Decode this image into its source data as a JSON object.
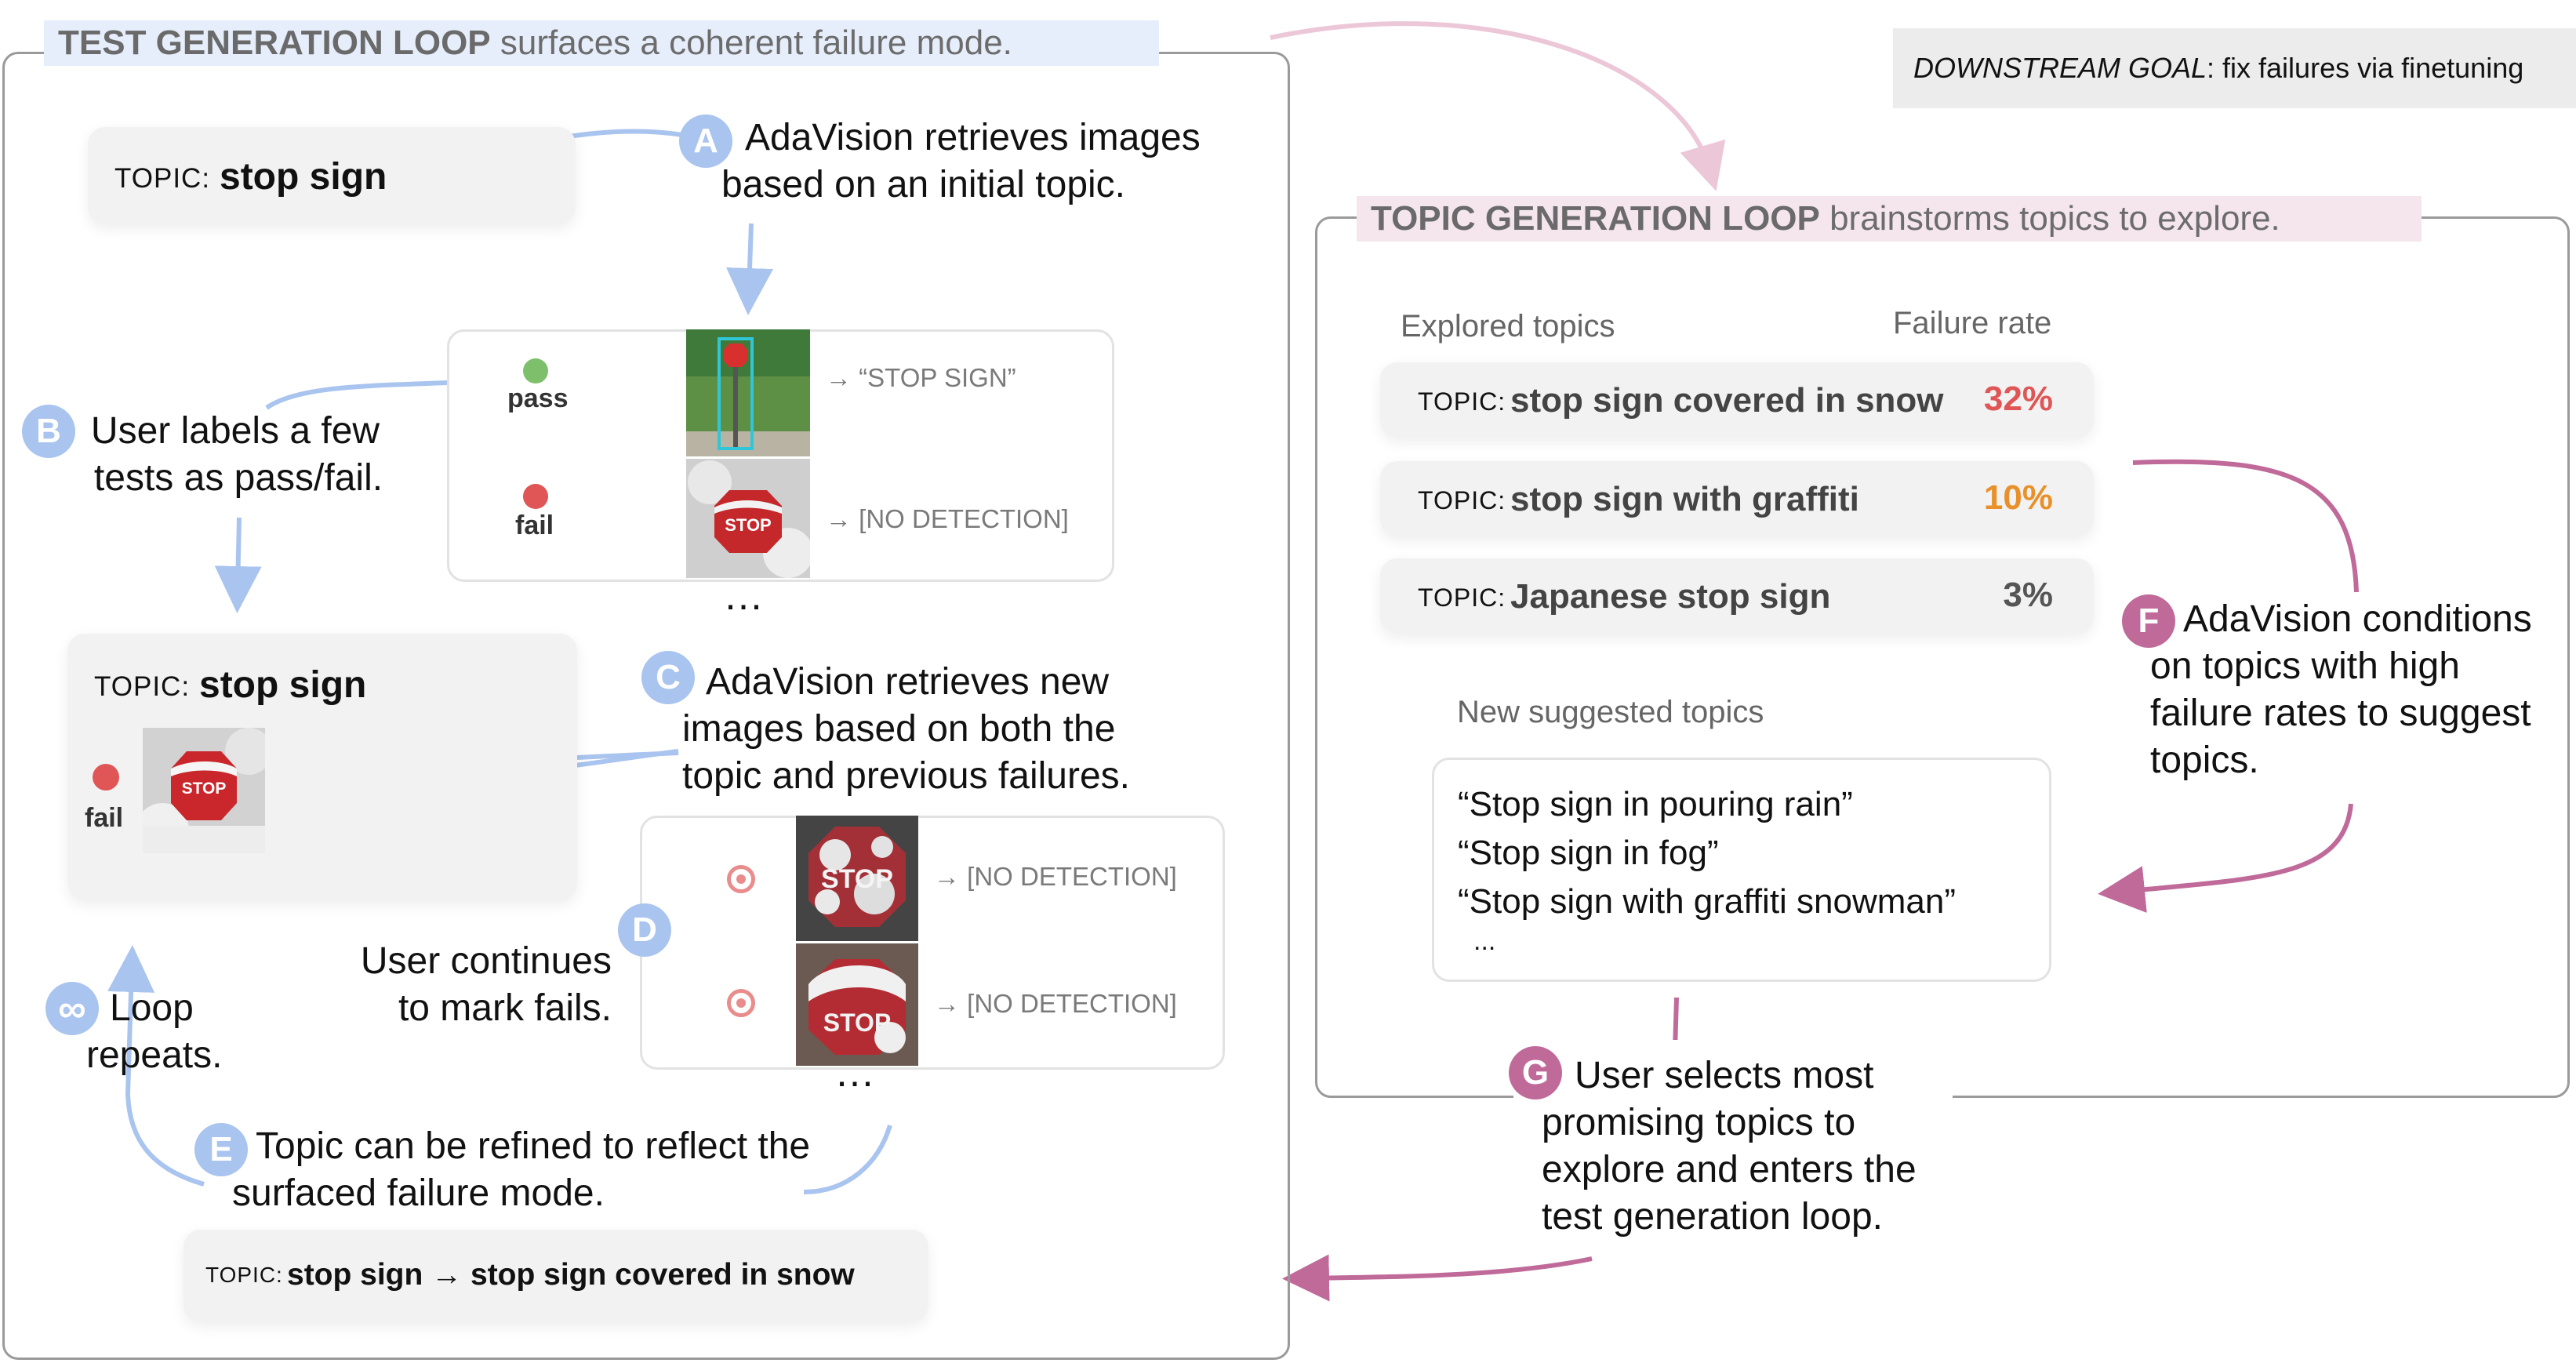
{
  "test_loop": {
    "header_bold": "TEST GENERATION LOOP",
    "header_rest": " surfaces a coherent failure mode.",
    "initial_topic": {
      "prefix": "TOPIC:",
      "value": "stop sign"
    },
    "step_a": {
      "letter": "A",
      "text": "AdaVision retrieves images based on an initial topic."
    },
    "step_b": {
      "letter": "B",
      "text": "User labels a few tests as pass/fail."
    },
    "labeled_tests": [
      {
        "label": "pass",
        "status_color": "#7dbf6a",
        "prediction": "→ “STOP SIGN”"
      },
      {
        "label": "fail",
        "status_color": "#e05555",
        "prediction": "→ [NO DETECTION]"
      }
    ],
    "ellipsis_1": "…",
    "loop_topic": {
      "prefix": "TOPIC:",
      "value": "stop sign",
      "fail_label": "fail"
    },
    "step_c": {
      "letter": "C",
      "text": "AdaVision retrieves new images based on both the topic and previous failures."
    },
    "step_d": {
      "letter": "D",
      "text": "User continues to mark fails."
    },
    "new_tests": [
      {
        "prediction": "→ [NO DETECTION]"
      },
      {
        "prediction": "→ [NO DETECTION]"
      }
    ],
    "ellipsis_2": "…",
    "step_loop": {
      "symbol": "∞",
      "text": "Loop repeats."
    },
    "step_e": {
      "letter": "E",
      "text": "Topic can be refined to reflect the surfaced failure mode."
    },
    "refined_topic": {
      "prefix": "TOPIC:",
      "value": "stop sign → stop sign covered in snow"
    }
  },
  "goal": {
    "italic": "DOWNSTREAM GOAL",
    "rest": ": fix failures via finetuning"
  },
  "topic_loop": {
    "header_bold": "TOPIC GENERATION LOOP",
    "header_rest": " brainstorms topics to explore.",
    "explored_label": "Explored topics",
    "failure_rate_label": "Failure rate",
    "explored": [
      {
        "prefix": "TOPIC:",
        "value": "stop sign covered in snow",
        "rate": "32%",
        "rate_color": "#e05555"
      },
      {
        "prefix": "TOPIC:",
        "value": "stop sign with graffiti",
        "rate": "10%",
        "rate_color": "#e8902a"
      },
      {
        "prefix": "TOPIC:",
        "value": "Japanese stop sign",
        "rate": "3%",
        "rate_color": "#555555"
      }
    ],
    "suggested_label": "New suggested topics",
    "suggested": [
      "“Stop sign in pouring rain”",
      "“Stop sign in fog”",
      "“Stop sign with graffiti snowman”",
      "..."
    ],
    "step_f": {
      "letter": "F",
      "text": "AdaVision conditions on topics with high failure rates to suggest topics."
    },
    "step_g": {
      "letter": "G",
      "text": "User selects most promising topics to explore and enters the test generation loop."
    }
  },
  "colors": {
    "blue_accent": "#a9c4ee",
    "pink_accent": "#c06a9a",
    "header_blue_bg": "#e6eefb",
    "header_pink_bg": "#f5e6ee"
  }
}
